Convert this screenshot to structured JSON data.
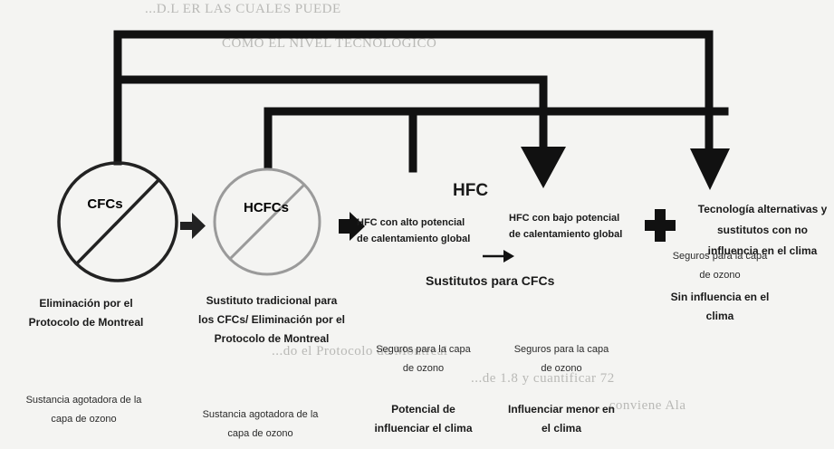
{
  "background_text": {
    "line_1": "...D.L ER LAS CUALES PUEDE",
    "line_2": "COMO EL NIVEL TECNOLOGICO",
    "line_3": "...do el Protocolo de Montreal",
    "line_4": "...de 1.8 y cuantificar 72",
    "line_5": "...conviene Ala"
  },
  "circles": {
    "cfcs": "CFCs",
    "hcfcs": "HCFCs"
  },
  "title": "HFC",
  "hfc_high": [
    "HFC con alto potencial",
    "de calentamiento global"
  ],
  "hfc_low": [
    "HFC con bajo potencial",
    "de calentamiento global"
  ],
  "tech": [
    "Tecnología alternativas y",
    "sustitutos con no",
    "influencia en el clima"
  ],
  "substitutes": "Sustitutos para CFCs",
  "cfcs_elim": [
    "Eliminación por el",
    "Protocolo de Montreal"
  ],
  "hcfcs_elim": [
    "Sustituto tradicional para",
    "los CFCs/ Eliminación por el",
    "Protocolo de Montreal"
  ],
  "cfcs_subst": [
    "Sustancia agotadora de la",
    "capa de ozono"
  ],
  "hcfcs_subst": [
    "Sustancia agotadora de la",
    "capa de ozono"
  ],
  "hfc_high_ozone": [
    "Seguros para la capa",
    "de ozono"
  ],
  "hfc_low_ozone": [
    "Seguros para la capa",
    "de ozono"
  ],
  "tech_ozone": [
    "Seguros para la capa",
    "de ozono"
  ],
  "tech_climate": [
    "Sin influencia en el",
    "clima"
  ],
  "hfc_high_climate": [
    "Potencial de",
    "influenciar el clima"
  ],
  "hfc_low_climate": [
    "Influenciar menor en",
    "el clima"
  ]
}
